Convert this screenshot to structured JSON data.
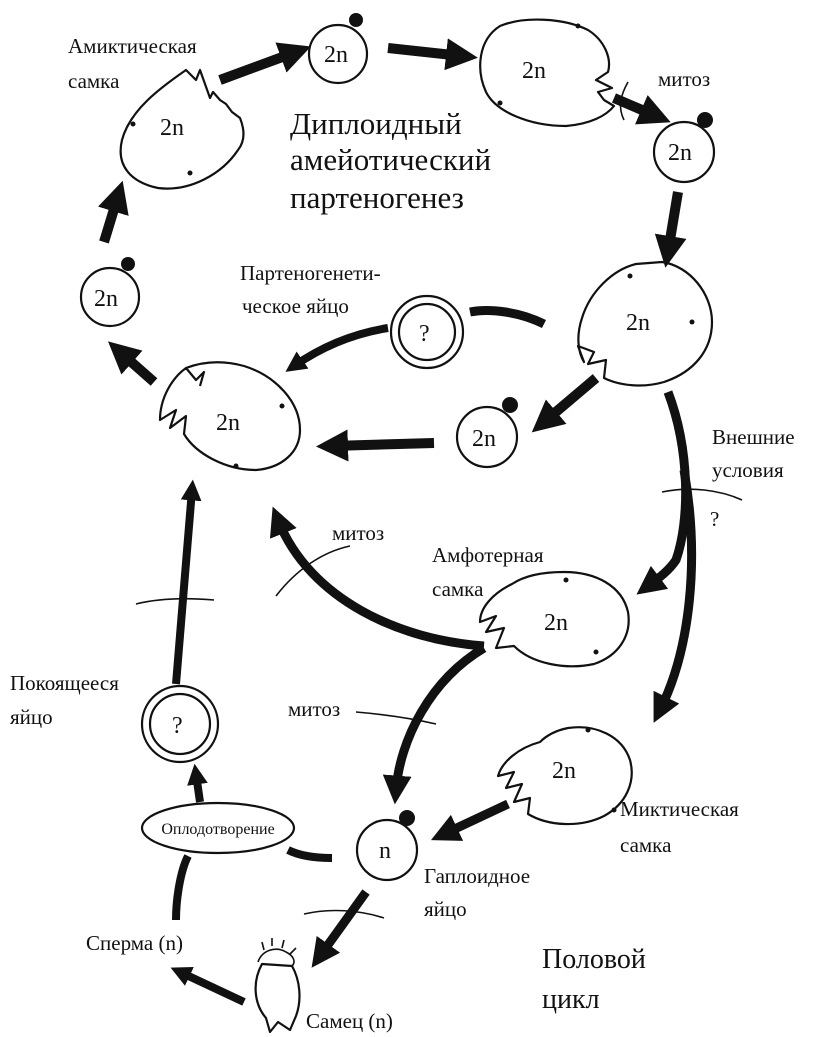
{
  "title": {
    "line1": "Диплоидный",
    "line2": "амейотический",
    "line3": "партеногенез"
  },
  "sexual_cycle": {
    "line1": "Половой",
    "line2": "цикл"
  },
  "labels": {
    "amictic_female_1": "Амиктическая",
    "amictic_female_2": "самка",
    "mitosis_top": "митоз",
    "parth_egg_1": "Партеногенети-",
    "parth_egg_2": "ческое яйцо",
    "external_1": "Внешние",
    "external_2": "условия",
    "question": "?",
    "mitosis_mid": "митоз",
    "amphoteric_1": "Амфотерная",
    "amphoteric_2": "самка",
    "resting_1": "Покоящееся",
    "resting_2": "яйцо",
    "mitosis_low": "митоз",
    "mictic_1": "Миктическая",
    "mictic_2": "самка",
    "fertilization": "Оплодотворение",
    "haploid_1": "Гаплоидное",
    "haploid_2": "яйцо",
    "sperm": "Сперма (n)",
    "male": "Самец (n)"
  },
  "ploidy": {
    "diploid": "2n",
    "haploid": "n"
  },
  "colors": {
    "ink": "#111111",
    "paper": "#ffffff"
  }
}
